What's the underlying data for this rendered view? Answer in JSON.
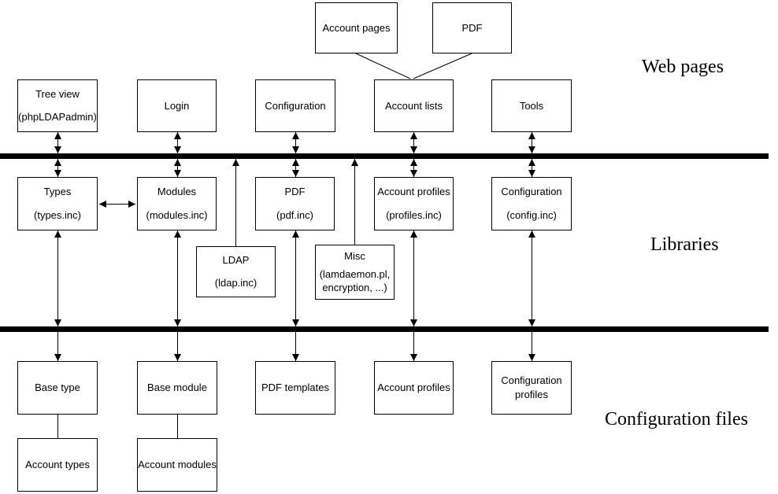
{
  "section_labels": {
    "web_pages": "Web pages",
    "libraries": "Libraries",
    "configuration_files": "Configuration files"
  },
  "top_row": [
    {
      "title": "Account pages"
    },
    {
      "title": "PDF"
    }
  ],
  "web_row": [
    {
      "title": "Tree view",
      "subtitle": "(phpLDAPadmin)"
    },
    {
      "title": "Login"
    },
    {
      "title": "Configuration"
    },
    {
      "title": "Account lists"
    },
    {
      "title": "Tools"
    }
  ],
  "library_row": [
    {
      "title": "Types",
      "subtitle": "(types.inc)"
    },
    {
      "title": "Modules",
      "subtitle": "(modules.inc)"
    },
    {
      "title": "PDF",
      "subtitle": "(pdf.inc)"
    },
    {
      "title": "Account profiles",
      "subtitle": "(profiles.inc)"
    },
    {
      "title": "Configuration",
      "subtitle": "(config.inc)"
    }
  ],
  "helper_boxes": [
    {
      "title": "LDAP",
      "subtitle": "(ldap.inc)"
    },
    {
      "title": "Misc",
      "subtitle": "(lamdaemon.pl, encryption, ...)"
    }
  ],
  "config_row": [
    {
      "title": "Base type"
    },
    {
      "title": "Base module"
    },
    {
      "title": "PDF templates"
    },
    {
      "title": "Account profiles"
    },
    {
      "title": "Configuration profiles"
    }
  ],
  "bottom_row": [
    {
      "title": "Account types"
    },
    {
      "title": "Account modules"
    }
  ],
  "colors": {
    "line": "#000000",
    "background": "#ffffff"
  }
}
